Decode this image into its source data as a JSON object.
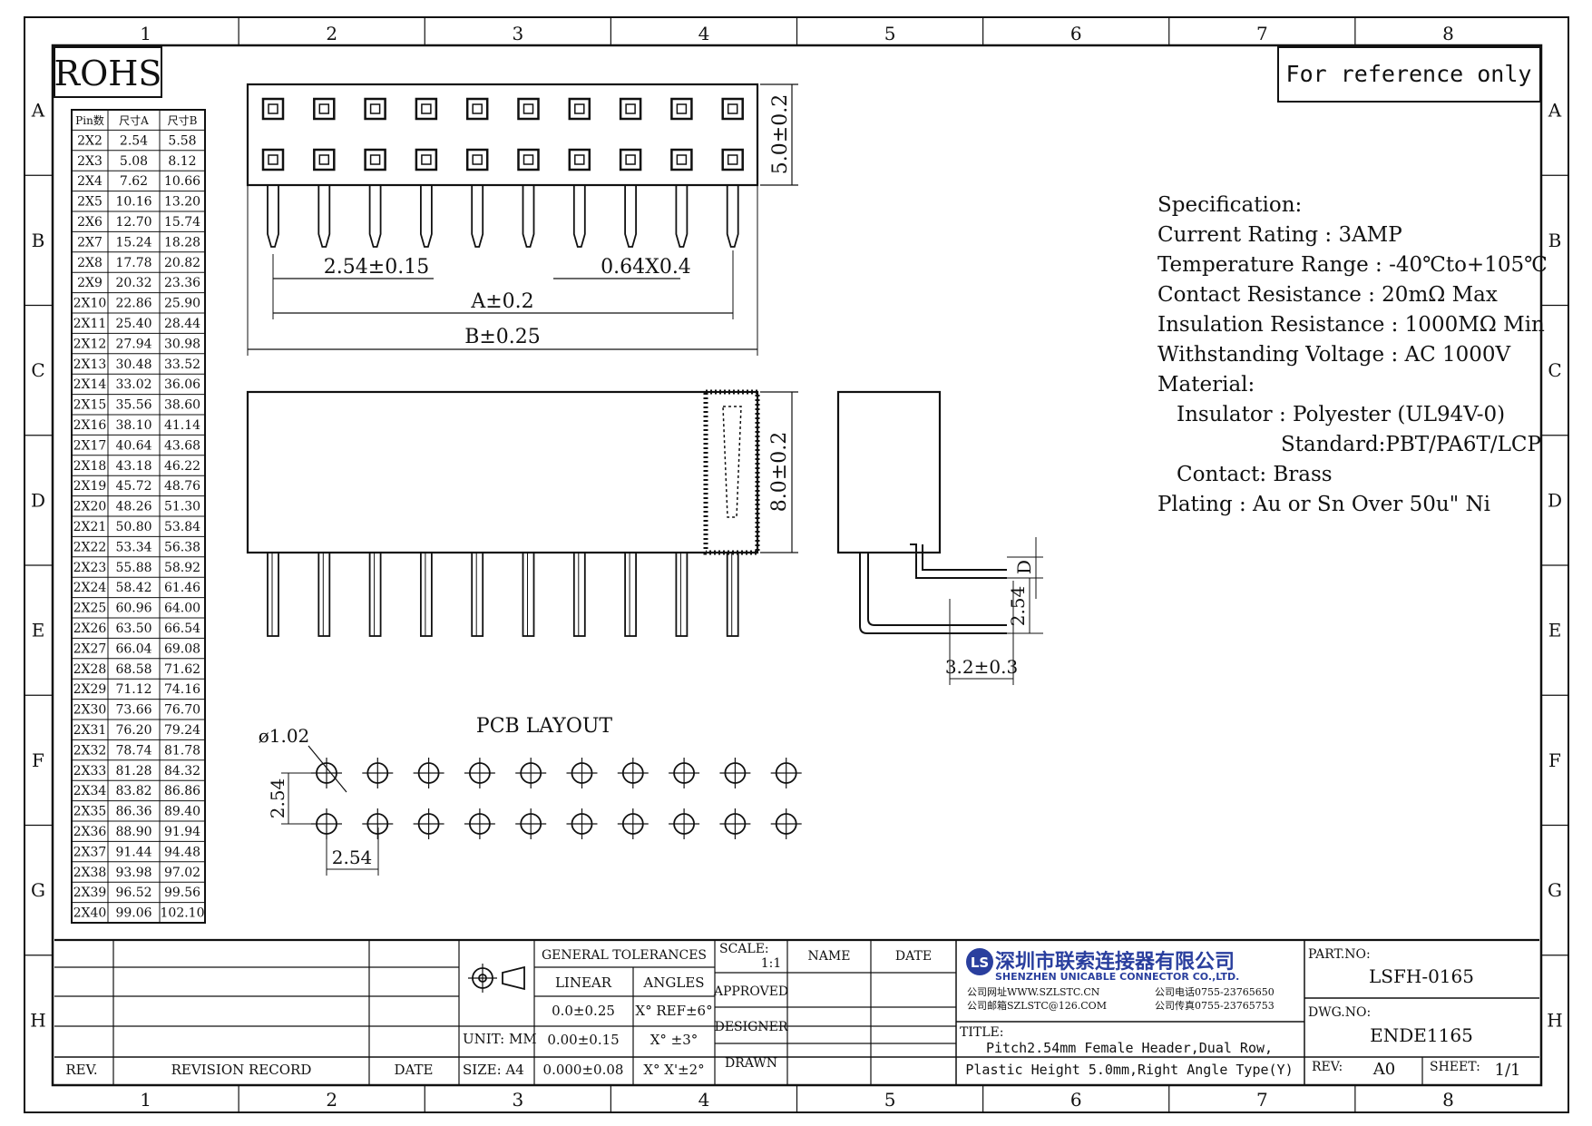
{
  "rohs": "ROHS",
  "reference_note": "For reference only",
  "zone_columns": [
    "1",
    "2",
    "3",
    "4",
    "5",
    "6",
    "7",
    "8"
  ],
  "zone_rows": [
    "A",
    "B",
    "C",
    "D",
    "E",
    "F",
    "G",
    "H"
  ],
  "dim_table": {
    "headers": [
      "Pin数",
      "尺寸A",
      "尺寸B"
    ],
    "rows": [
      [
        "2X2",
        "2.54",
        "5.58"
      ],
      [
        "2X3",
        "5.08",
        "8.12"
      ],
      [
        "2X4",
        "7.62",
        "10.66"
      ],
      [
        "2X5",
        "10.16",
        "13.20"
      ],
      [
        "2X6",
        "12.70",
        "15.74"
      ],
      [
        "2X7",
        "15.24",
        "18.28"
      ],
      [
        "2X8",
        "17.78",
        "20.82"
      ],
      [
        "2X9",
        "20.32",
        "23.36"
      ],
      [
        "2X10",
        "22.86",
        "25.90"
      ],
      [
        "2X11",
        "25.40",
        "28.44"
      ],
      [
        "2X12",
        "27.94",
        "30.98"
      ],
      [
        "2X13",
        "30.48",
        "33.52"
      ],
      [
        "2X14",
        "33.02",
        "36.06"
      ],
      [
        "2X15",
        "35.56",
        "38.60"
      ],
      [
        "2X16",
        "38.10",
        "41.14"
      ],
      [
        "2X17",
        "40.64",
        "43.68"
      ],
      [
        "2X18",
        "43.18",
        "46.22"
      ],
      [
        "2X19",
        "45.72",
        "48.76"
      ],
      [
        "2X20",
        "48.26",
        "51.30"
      ],
      [
        "2X21",
        "50.80",
        "53.84"
      ],
      [
        "2X22",
        "53.34",
        "56.38"
      ],
      [
        "2X23",
        "55.88",
        "58.92"
      ],
      [
        "2X24",
        "58.42",
        "61.46"
      ],
      [
        "2X25",
        "60.96",
        "64.00"
      ],
      [
        "2X26",
        "63.50",
        "66.54"
      ],
      [
        "2X27",
        "66.04",
        "69.08"
      ],
      [
        "2X28",
        "68.58",
        "71.62"
      ],
      [
        "2X29",
        "71.12",
        "74.16"
      ],
      [
        "2X30",
        "73.66",
        "76.70"
      ],
      [
        "2X31",
        "76.20",
        "79.24"
      ],
      [
        "2X32",
        "78.74",
        "81.78"
      ],
      [
        "2X33",
        "81.28",
        "84.32"
      ],
      [
        "2X34",
        "83.82",
        "86.86"
      ],
      [
        "2X35",
        "86.36",
        "89.40"
      ],
      [
        "2X36",
        "88.90",
        "91.94"
      ],
      [
        "2X37",
        "91.44",
        "94.48"
      ],
      [
        "2X38",
        "93.98",
        "97.02"
      ],
      [
        "2X39",
        "96.52",
        "99.56"
      ],
      [
        "2X40",
        "99.06",
        "102.10"
      ]
    ]
  },
  "dims": {
    "pitch": "2.54±0.15",
    "pin_size": "0.64X0.4",
    "a": "A±0.2",
    "b": "B±0.25",
    "top_height": "5.0±0.2",
    "body_height": "8.0±0.2",
    "d": "D",
    "side_pitch": "2.54",
    "side_offset": "3.2±0.3"
  },
  "pcb": {
    "title": "PCB LAYOUT",
    "hole": "ø1.02",
    "pitch_v": "2.54",
    "pitch_h": "2.54",
    "columns": 10
  },
  "specification": {
    "title": "Specification:",
    "lines": [
      "Current Rating : 3AMP",
      "Temperature Range : -40℃to+105℃",
      "Contact Resistance : 20mΩ Max",
      "Insulation Resistance : 1000MΩ Min",
      "Withstanding Voltage : AC 1000V",
      "Material:"
    ],
    "insulator": "Insulator : Polyester (UL94V-0)",
    "standard": "Standard:PBT/PA6T/LCP",
    "contact": "Contact: Brass",
    "plating": "Plating : Au or Sn Over 50u\" Ni"
  },
  "title_block": {
    "rev_label": "REV.",
    "revision_record": "REVISION RECORD",
    "date_label": "DATE",
    "general_tolerances": "GENERAL TOLERANCES",
    "linear": "LINEAR",
    "angles": "ANGLES",
    "tol_rows": [
      [
        "0.0±0.25",
        "X° REF±6°"
      ],
      [
        "0.00±0.15",
        "X° ±3°"
      ],
      [
        "0.000±0.08",
        "X° X'±2°"
      ]
    ],
    "unit": "UNIT: MM",
    "size": "SIZE: A4",
    "scale_label": "SCALE:",
    "scale_value": "1:1",
    "name": "NAME",
    "date": "DATE",
    "approved": "APPROVED",
    "designer": "DESIGNER",
    "drawn": "DRAWN",
    "company_cn": "深圳市联索连接器有限公司",
    "company_en": "SHENZHEN UNICABLE CONNECTOR CO.,LTD.",
    "web": "公司网址WWW.SZLSTC.CN",
    "email": "公司邮箱SZLSTC@126.COM",
    "phone": "公司电话0755-23765650",
    "fax": "公司传真0755-23765753",
    "logo_text": "LS",
    "title_label": "TITLE:",
    "title_line1": "Pitch2.54mm Female Header,Dual Row,",
    "title_line2": "Plastic Height 5.0mm,Right Angle Type(Y)",
    "part_no_label": "PART.NO:",
    "part_no": "LSFH-0165",
    "dwg_no_label": "DWG.NO:",
    "dwg_no": "ENDE1165",
    "rev_no_label": "REV:",
    "rev_no": "A0",
    "sheet_label": "SHEET:",
    "sheet": "1/1"
  }
}
